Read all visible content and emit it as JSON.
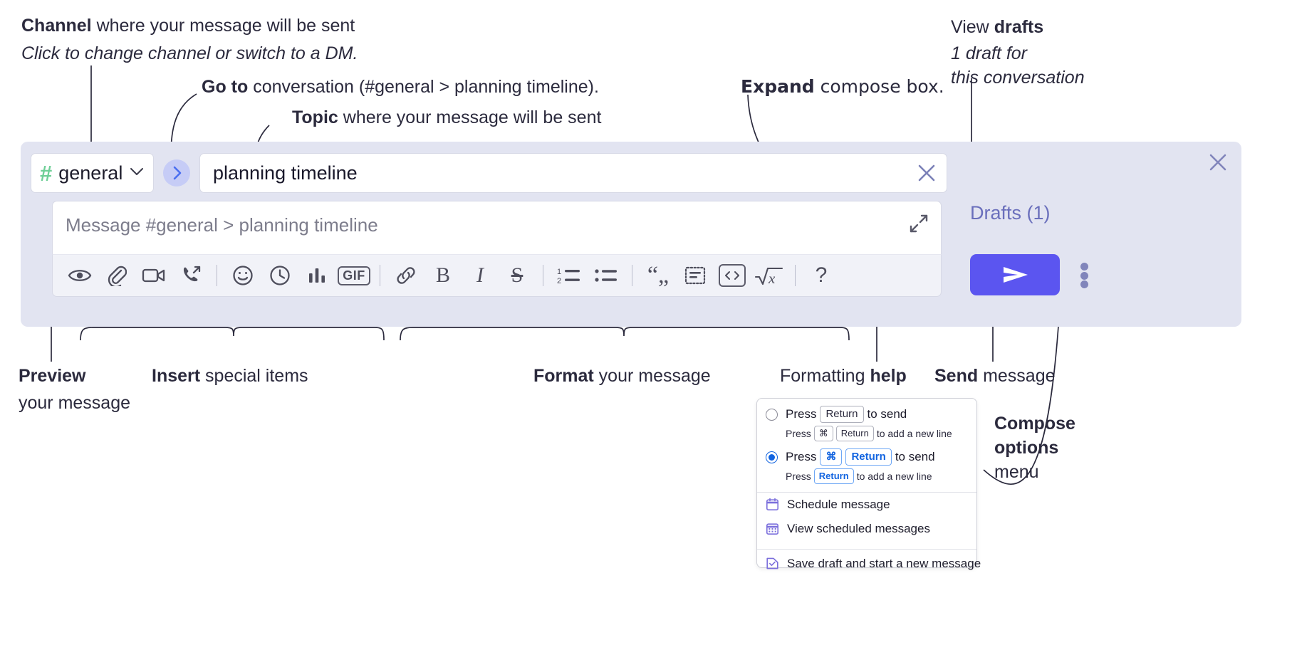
{
  "annotations": {
    "channel": {
      "bold": "Channel",
      "rest": " where your message will be sent",
      "line2": "Click to change channel or switch to a DM."
    },
    "goto": {
      "bold": "Go to",
      "rest": " conversation (#general > planning timeline)."
    },
    "topic": {
      "bold": "Topic",
      "rest": " where your message will be sent"
    },
    "expand": {
      "bold": "Expand",
      "rest": " compose box."
    },
    "drafts": {
      "pre": "View ",
      "bold": "drafts",
      "line2": "1 draft for",
      "line3": "this conversation"
    },
    "preview": {
      "bold": "Preview",
      "line2": "your message"
    },
    "insert": {
      "bold": "Insert",
      "rest": " special items"
    },
    "format": {
      "bold": "Format",
      "rest": " your message"
    },
    "formatting_help": {
      "pre": "Formatting ",
      "bold": "help"
    },
    "send": {
      "bold": "Send",
      "rest": " message"
    },
    "compose_options": {
      "bold1": "Compose",
      "bold2": "options",
      "rest": "menu"
    }
  },
  "compose": {
    "channel": {
      "hash": "#",
      "name": "general",
      "chevron_icon": "chevron-down-icon"
    },
    "goto_icon": "chevron-right-icon",
    "topic": {
      "value": "planning timeline",
      "clear_icon": "close-icon"
    },
    "message": {
      "placeholder": "Message #general > planning timeline",
      "expand_icon": "expand-icon"
    },
    "close_icon": "close-icon",
    "drafts_label": "Drafts (1)",
    "send_icon": "send-icon",
    "options_icon": "kebab-menu-icon",
    "toolbar": [
      {
        "name": "preview-icon",
        "label": "Preview"
      },
      {
        "name": "attachment-icon",
        "label": "Attach file"
      },
      {
        "name": "video-icon",
        "label": "Video clip"
      },
      {
        "name": "audio-call-icon",
        "label": "Audio clip"
      },
      {
        "sep": true
      },
      {
        "name": "emoji-icon",
        "label": "Emoji"
      },
      {
        "name": "clock-icon",
        "label": "Reminder"
      },
      {
        "name": "poll-icon",
        "label": "Poll"
      },
      {
        "name": "gif-icon",
        "label": "GIF"
      },
      {
        "sep": true
      },
      {
        "name": "link-icon",
        "label": "Link"
      },
      {
        "name": "bold-icon",
        "label": "B"
      },
      {
        "name": "italic-icon",
        "label": "I"
      },
      {
        "name": "strikethrough-icon",
        "label": "S"
      },
      {
        "sep": true
      },
      {
        "name": "ordered-list-icon",
        "label": "Ordered list"
      },
      {
        "name": "bulleted-list-icon",
        "label": "Bulleted list"
      },
      {
        "sep": true
      },
      {
        "name": "blockquote-icon",
        "label": "Blockquote"
      },
      {
        "name": "code-block-icon",
        "label": "Code block"
      },
      {
        "name": "inline-code-icon",
        "label": "Code"
      },
      {
        "name": "math-icon",
        "label": "Math"
      },
      {
        "sep": true
      },
      {
        "name": "help-icon",
        "label": "?"
      }
    ]
  },
  "popup": {
    "options": [
      {
        "selected": false,
        "main_pre": "Press",
        "main_key": "Return",
        "main_post": "to send",
        "sub_pre": "Press",
        "sub_key1": "⌘",
        "sub_key2": "Return",
        "sub_post": "to add a new line"
      },
      {
        "selected": true,
        "main_pre": "Press",
        "main_key1": "⌘",
        "main_key2": "Return",
        "main_post": "to send",
        "sub_pre": "Press",
        "sub_key": "Return",
        "sub_post": "to add a new line"
      }
    ],
    "items": [
      {
        "icon": "calendar-icon",
        "label": "Schedule message"
      },
      {
        "icon": "calendar-grid-icon",
        "label": "View scheduled messages"
      },
      {
        "icon": "save-draft-icon",
        "label": "Save draft and start a new message",
        "divider_above": true
      }
    ]
  },
  "colors": {
    "compose_bg": "#e2e4f1",
    "send_button": "#5b55f0",
    "hash_green": "#6fcf97",
    "accent_blue": "#1264e0",
    "drafts_text": "#6a6fbc"
  }
}
